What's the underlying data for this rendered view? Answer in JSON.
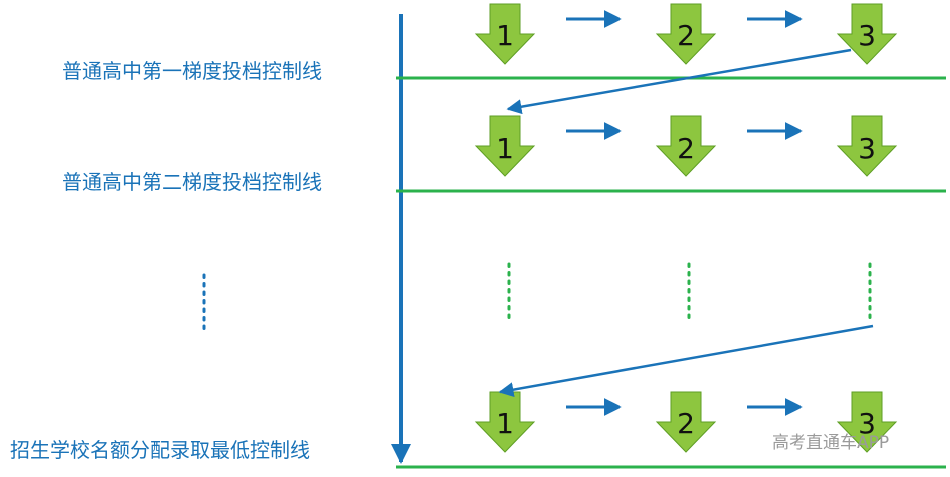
{
  "labels": {
    "tier1": "普通高中第一梯度投档控制线",
    "tier2": "普通高中第二梯度投档控制线",
    "final": "招生学校名额分配录取最低控制线"
  },
  "step_numbers": [
    "1",
    "2",
    "3"
  ],
  "watermark": "高考直通车APP",
  "colors": {
    "axis": "#1a73b8",
    "line": "#2bb24c",
    "arrow_fill": "#8dc63f",
    "arrow_stroke": "#5e9e24",
    "dots_blue": "#1a73b8",
    "dots_green": "#2bb24c"
  }
}
